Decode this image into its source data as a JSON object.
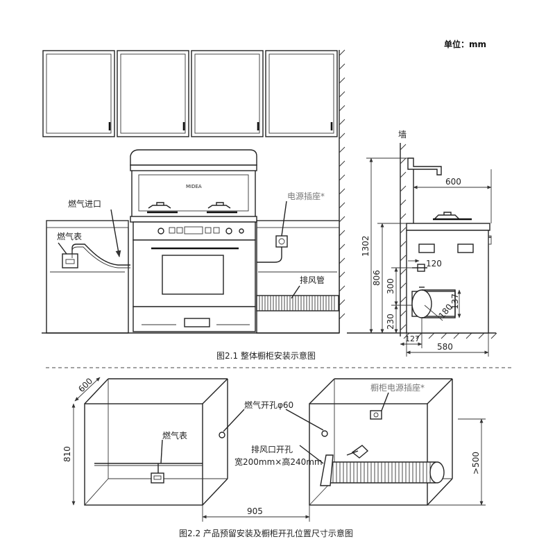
{
  "unit_label": "单位：mm",
  "figure1": {
    "caption": "图2.1  整体橱柜安装示意图",
    "labels": {
      "gas_inlet": "燃气进口",
      "gas_meter": "燃气表",
      "power_socket": "电源插座*",
      "exhaust_pipe": "排风管",
      "wall": "墙",
      "brand": "MIDEA"
    },
    "dims": {
      "depth_top": "600",
      "height_total": "1302",
      "height_cabinet": "806",
      "h300": "300",
      "h230": "230",
      "d120": "120",
      "d137": "137",
      "d180": "180",
      "d127": "127",
      "depth_bottom": "580"
    }
  },
  "figure2": {
    "caption": "图2.2  产品预留安装及橱柜开孔位置尺寸示意图",
    "labels": {
      "gas_hole": "燃气开孔φ60",
      "gas_meter": "燃气表",
      "cabinet_socket": "橱柜电源插座*",
      "exhaust_hole": "排风口开孔",
      "exhaust_size": "宽200mm×高240mm"
    },
    "dims": {
      "depth": "600",
      "height": "810",
      "width": "905",
      "min_height": ">500"
    }
  }
}
